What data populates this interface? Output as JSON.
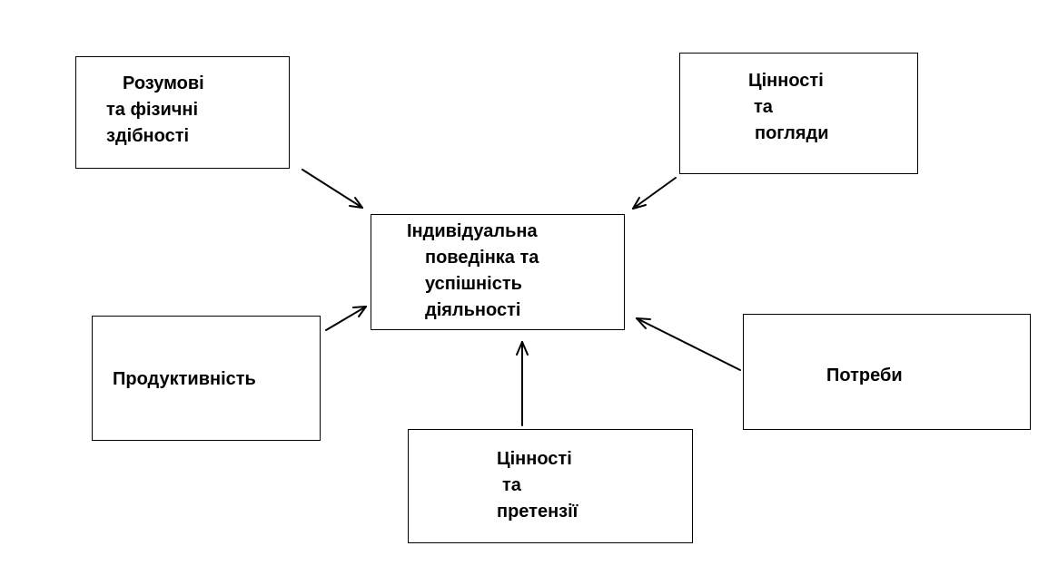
{
  "center": {
    "lines": [
      "Індивідуальна",
      "поведінка та",
      "успішність",
      "діяльності"
    ]
  },
  "factors": {
    "abilities": {
      "lines": [
        "Розумові",
        "та фізичні",
        "здібності"
      ]
    },
    "values_views": {
      "lines": [
        "Цінності",
        "та",
        "погляди"
      ]
    },
    "productivity": {
      "lines": [
        "Продуктивність"
      ]
    },
    "needs": {
      "lines": [
        "Потреби"
      ]
    },
    "values_claims": {
      "lines": [
        "Цінності",
        "та",
        "претензії"
      ]
    }
  }
}
